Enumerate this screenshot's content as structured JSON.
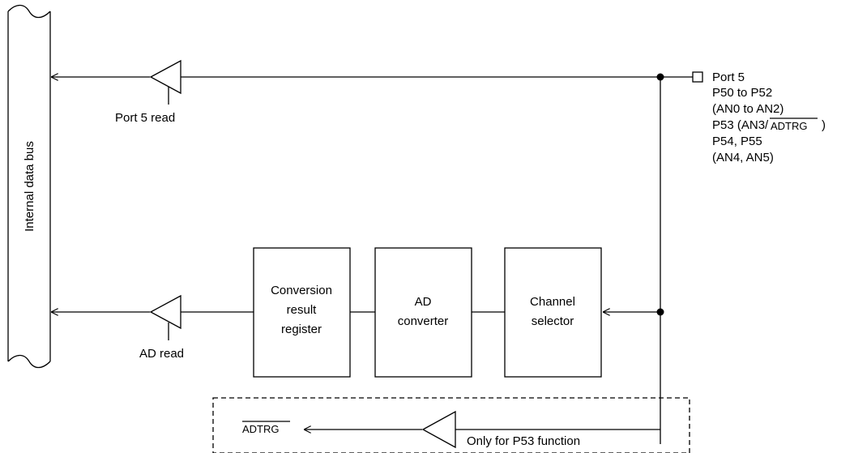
{
  "bus": {
    "label": "Internal data bus"
  },
  "port": {
    "lines": [
      "Port 5",
      "P50 to P52",
      "(AN0 to AN2)",
      "P53 (AN3/",
      "ADTRG",
      ")",
      "P54, P55",
      "(AN4, AN5)"
    ]
  },
  "buffers": {
    "port_read": "Port 5 read",
    "ad_read": "AD read"
  },
  "blocks": {
    "conversion": [
      "Conversion",
      "result",
      "register"
    ],
    "converter": [
      "AD",
      "converter"
    ],
    "selector": [
      "Channel",
      "selector"
    ]
  },
  "trigger": {
    "signal": "ADTRG",
    "note": "Only for P53 function"
  }
}
